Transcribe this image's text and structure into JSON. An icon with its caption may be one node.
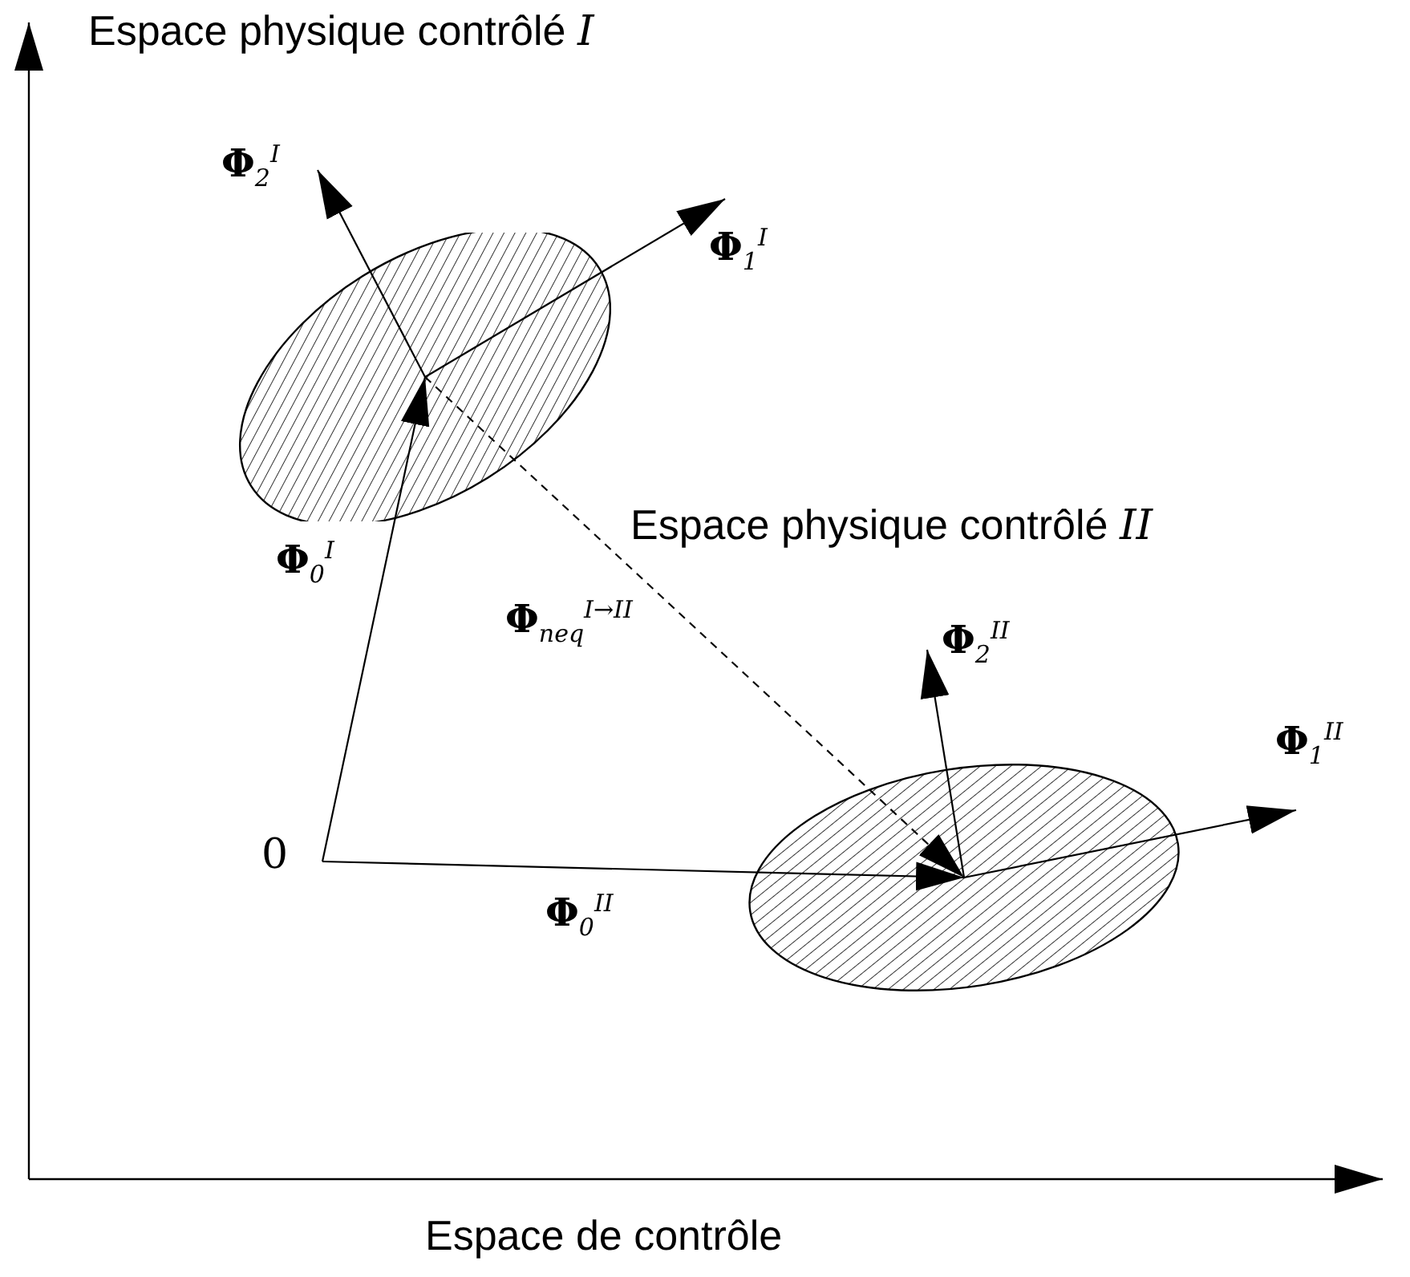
{
  "diagram": {
    "nodes": [
      {
        "text": [
          "0"
        ]
      },
      {
        "text": [],
        "shape": "ellipse"
      },
      {
        "text": [],
        "shape": "ellipse"
      }
    ],
    "edges": [
      {
        "from": 0,
        "to": 1,
        "arrow": "to",
        "label": "**Φ**$_{0}$$^{I}$"
      },
      {
        "from": 0,
        "to": 2,
        "arrow": "to",
        "label": "**Φ**$_{0}$$^{II}$"
      },
      {
        "from": 1,
        "to": 2,
        "arrow": "to",
        "style": "dashed",
        "label": "**Φ**$_{neq}$$^{I→II}$"
      },
      {
        "from": 1,
        "to": null,
        "arrow": "to",
        "label": "**Φ**$_{1}$$^{I}$"
      },
      {
        "from": 1,
        "to": null,
        "arrow": "to",
        "label": "**Φ**$_{2}$$^{I}$"
      },
      {
        "from": 2,
        "to": null,
        "arrow": "to",
        "label": "**Φ**$_{1}$$^{II}$"
      },
      {
        "from": 2,
        "to": null,
        "arrow": "to",
        "label": "**Φ**$_{2}$$^{II}$"
      }
    ],
    "labels": [
      "Espace physique contrôlé *I*",
      "Espace physique contrôlé *II*",
      "Espace de contrôle"
    ]
  }
}
